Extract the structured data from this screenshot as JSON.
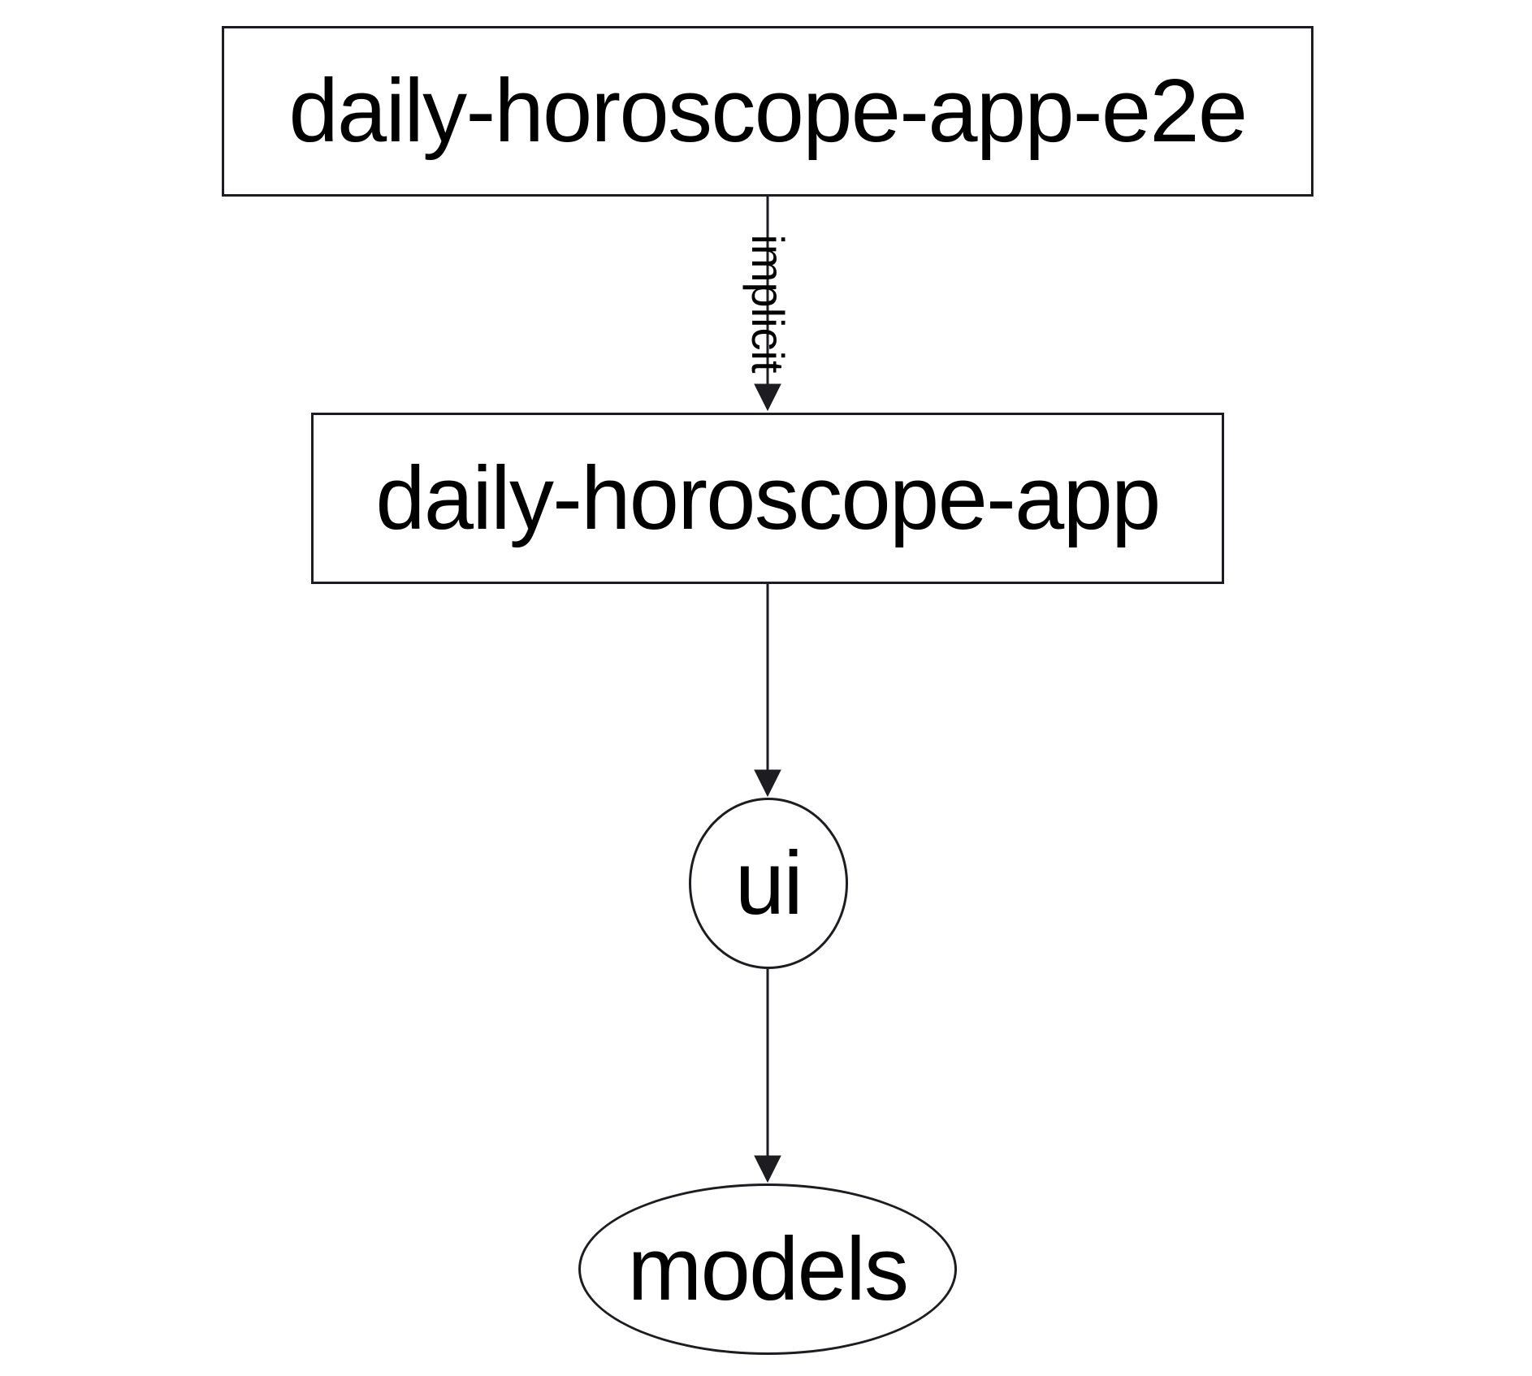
{
  "diagram": {
    "type": "dependency-graph",
    "nodes": [
      {
        "id": "daily-horoscope-app-e2e",
        "label": "daily-horoscope-app-e2e",
        "shape": "rectangle"
      },
      {
        "id": "daily-horoscope-app",
        "label": "daily-horoscope-app",
        "shape": "rectangle"
      },
      {
        "id": "ui",
        "label": "ui",
        "shape": "ellipse"
      },
      {
        "id": "models",
        "label": "models",
        "shape": "ellipse"
      }
    ],
    "edges": [
      {
        "from": "daily-horoscope-app-e2e",
        "to": "daily-horoscope-app",
        "label": "implicit"
      },
      {
        "from": "daily-horoscope-app",
        "to": "ui",
        "label": ""
      },
      {
        "from": "ui",
        "to": "models",
        "label": ""
      }
    ],
    "colors": {
      "stroke": "#1d1d21",
      "text": "#000000",
      "background": "#ffffff"
    }
  }
}
